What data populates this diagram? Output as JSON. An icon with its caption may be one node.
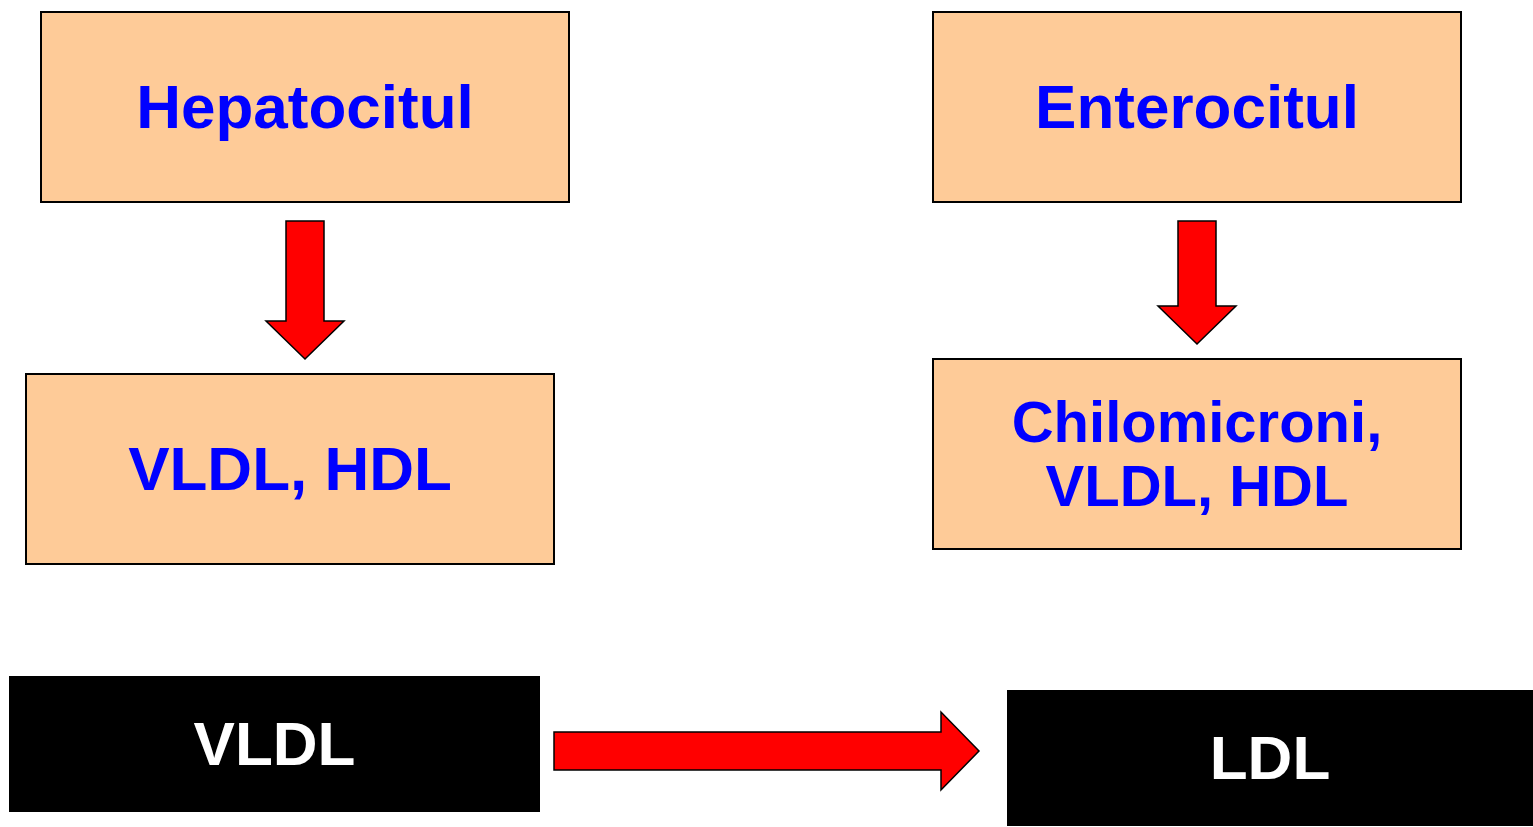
{
  "diagram": {
    "nodes": [
      {
        "text": [
          "Hepatocitul"
        ]
      },
      {
        "text": [
          "Enterocitul"
        ]
      },
      {
        "text": [
          "VLDL, HDL"
        ]
      },
      {
        "text": [
          "Chilomicroni, VLDL, HDL"
        ]
      },
      {
        "text": [
          "VLDL"
        ]
      },
      {
        "text": [
          "LDL"
        ]
      }
    ],
    "edges": [
      {
        "from": 0,
        "to": 2,
        "arrow": "to"
      },
      {
        "from": 1,
        "to": 3,
        "arrow": "to"
      },
      {
        "from": 4,
        "to": 5,
        "arrow": "to"
      }
    ]
  }
}
